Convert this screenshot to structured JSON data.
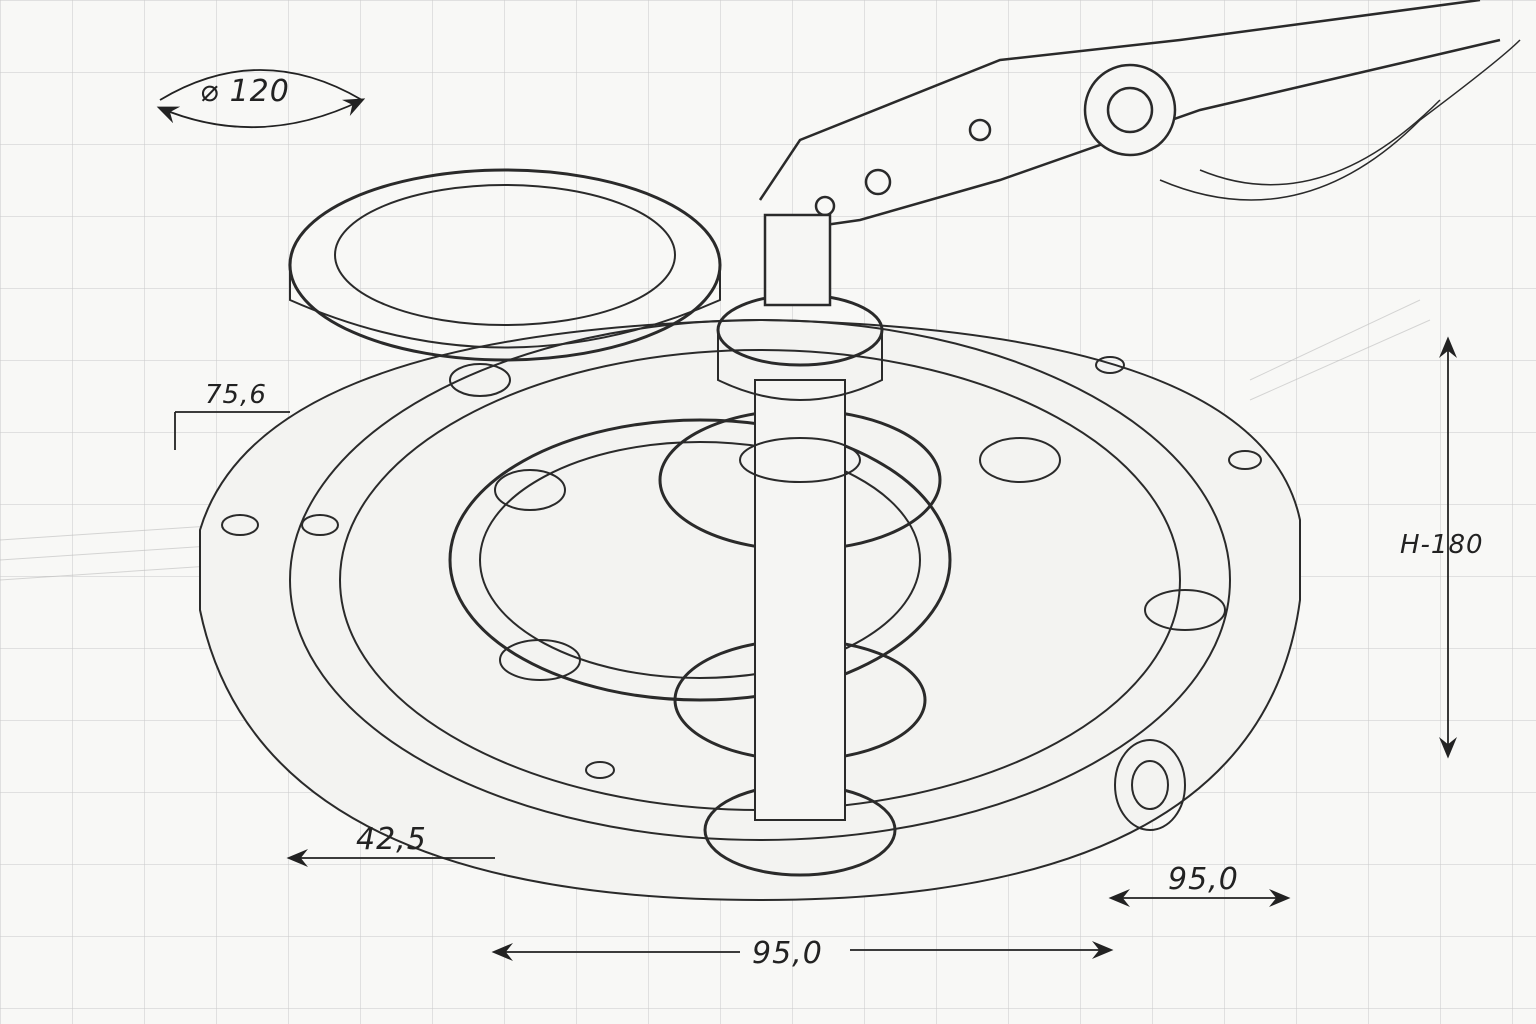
{
  "drawing": {
    "title": "Planetary gear assembly with robotic arm — pencil technical sketch",
    "style": "pencil sketch on grid paper",
    "colors": {
      "paper": "#f8f8f6",
      "line": "#222222",
      "grid": "#c8c8c8"
    }
  },
  "dimensions": {
    "diameter": "⌀ 120",
    "left_offset": "75,6",
    "height": "H-180",
    "bottom_left": "42,5",
    "bottom_right": "95,0",
    "bottom_center": "95,0"
  },
  "components": [
    "ring-gear-lifted",
    "housing-base-plate",
    "planetary-gears",
    "central-shaft-stack",
    "robotic-arm-gripper",
    "side-input-shaft"
  ]
}
